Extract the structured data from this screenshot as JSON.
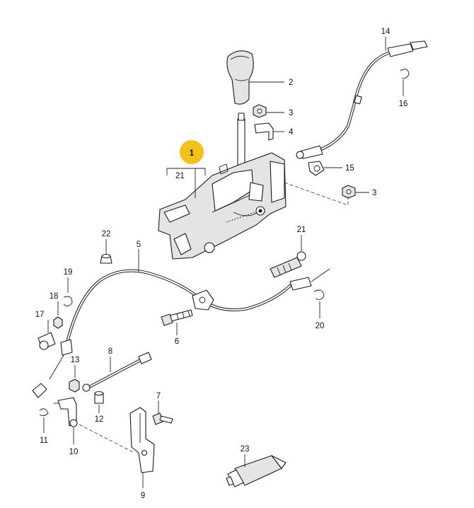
{
  "diagram": {
    "highlight_color": "#f2c21a",
    "highlighted_callout": "1",
    "group_bracket_label": "21",
    "callouts": [
      {
        "id": "1",
        "part": "gear-selector-housing"
      },
      {
        "id": "2",
        "part": "shift-knob"
      },
      {
        "id": "3",
        "part": "hex-nut-upper"
      },
      {
        "id": "4",
        "part": "bracket-clip"
      },
      {
        "id": "3",
        "part": "hex-nut-lower"
      },
      {
        "id": "5",
        "part": "selector-cable"
      },
      {
        "id": "6",
        "part": "hex-bolt"
      },
      {
        "id": "7",
        "part": "bolt-small"
      },
      {
        "id": "8",
        "part": "connecting-rod"
      },
      {
        "id": "9",
        "part": "mounting-bracket"
      },
      {
        "id": "10",
        "part": "lever-bracket"
      },
      {
        "id": "11",
        "part": "circlip"
      },
      {
        "id": "12",
        "part": "pin"
      },
      {
        "id": "13",
        "part": "nut-small"
      },
      {
        "id": "14",
        "part": "shift-lock-cable"
      },
      {
        "id": "15",
        "part": "cable-clamp"
      },
      {
        "id": "16",
        "part": "spring-clip"
      },
      {
        "id": "17",
        "part": "ball-socket"
      },
      {
        "id": "18",
        "part": "nut"
      },
      {
        "id": "19",
        "part": "retaining-clip"
      },
      {
        "id": "20",
        "part": "retaining-clip-right"
      },
      {
        "id": "21",
        "part": "cable-end-fitting"
      },
      {
        "id": "22",
        "part": "push-nut"
      },
      {
        "id": "23",
        "part": "grease-tube"
      }
    ]
  }
}
